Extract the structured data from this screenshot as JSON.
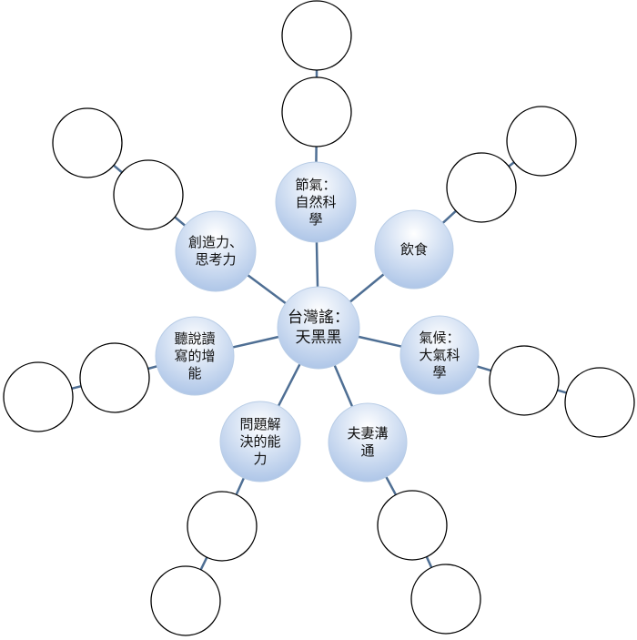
{
  "center": {
    "label": "台灣謠：\n天黑黑"
  },
  "topics": [
    {
      "id": "solar-terms",
      "label": "節氣：\n自然科\n學"
    },
    {
      "id": "food",
      "label": "飲食"
    },
    {
      "id": "climate",
      "label": "氣候：\n大氣科\n學"
    },
    {
      "id": "marital-communication",
      "label": "夫妻溝\n通"
    },
    {
      "id": "problem-solving",
      "label": "問題解\n決的能\n力"
    },
    {
      "id": "listening-speaking-reading-writing",
      "label": "聽說讀\n寫的增\n能"
    },
    {
      "id": "creativity-thinking",
      "label": "創造力、\n思考力"
    }
  ],
  "colors": {
    "line": "#4f6f94",
    "bubble_light": "#ffffff",
    "bubble_mid": "#d7e3f4",
    "bubble_dark": "#a9c2e6",
    "bubble_stroke": "#b9cde6",
    "empty_stroke": "#000000"
  }
}
